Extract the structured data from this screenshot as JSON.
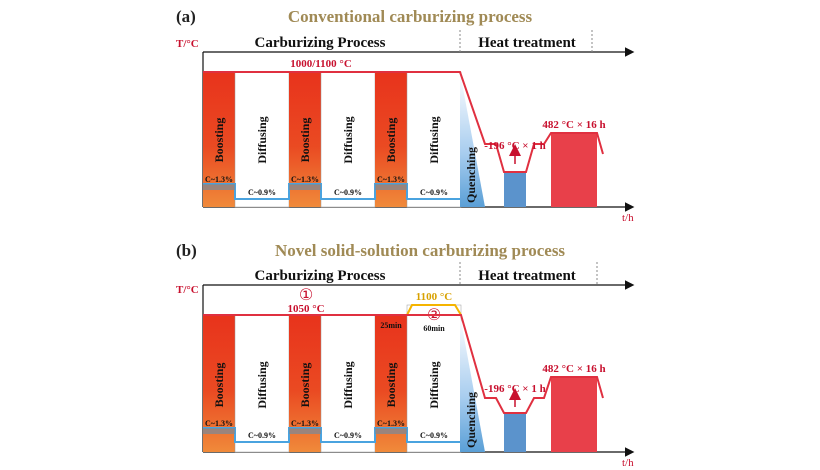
{
  "colors": {
    "boost_top": "#f07a33",
    "boost_bottom": "#e8331c",
    "diffuse": "#ffffff",
    "temp_line": "#e03040",
    "gold_line": "#f5b400",
    "carbon_line": "#4aa3df",
    "quench_blue": "#5a9fd6",
    "cryo_blue": "#5b93cc",
    "temper_red": "#e8404a",
    "title_gold": "#a08a55"
  },
  "panel_a": {
    "label": "(a)",
    "title": "Conventional carburizing process",
    "y_axis": "T/°C",
    "x_axis": "t/h",
    "header_carb": "Carburizing Process",
    "header_heat": "Heat treatment",
    "temp_label": "1000/1100 °C",
    "boost_label": "Boosting",
    "diffuse_label": "Diffusing",
    "boost_c": "C~1.3%",
    "diffuse_c": "C~0.9%",
    "quench_label": "Quenching",
    "cryo_label": "-196 °C × 1 h",
    "temper_label": "482 °C × 16 h"
  },
  "panel_b": {
    "label": "(b)",
    "title": "Novel solid-solution carburizing process",
    "y_axis": "T/°C",
    "x_axis": "t/h",
    "header_carb": "Carburizing Process",
    "header_heat": "Heat treatment",
    "marker1": "①",
    "temp1_label": "1050 °C",
    "marker2": "②",
    "temp2_label": "1100 °C",
    "time1_label": "25min",
    "time2_label": "60min",
    "boost_label": "Boosting",
    "diffuse_label": "Diffusing",
    "boost_c": "C~1.3%",
    "diffuse_c": "C~0.9%",
    "quench_label": "Quenching",
    "cryo_label": "-196 °C × 1 h",
    "temper_label": "482 °C × 16 h"
  }
}
